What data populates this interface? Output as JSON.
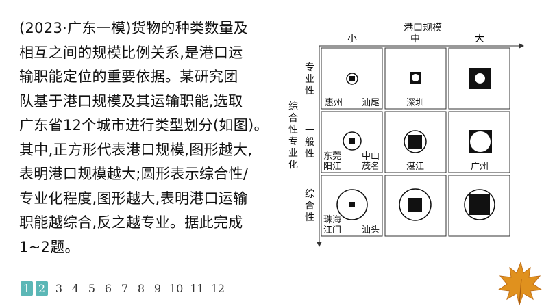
{
  "question": {
    "lines": [
      "(2023·广东一模)货物的种类数量及",
      "相互之间的规模比例关系,是港口运",
      "输职能定位的重要依据。某研究团",
      "队基于港口规模及其运输职能,选取",
      "广东省12个城市进行类型划分(如图)。",
      "其中,正方形代表港口规模,图形越大,",
      "表明港口规模越大;圆形表示综合性/",
      "专业化程度,图形越大,表明港口运输",
      "职能越综合,反之越专业。据此完成",
      "1~2题。"
    ]
  },
  "diagram": {
    "x_axis_title": "港口规模",
    "columns": [
      "小",
      "中",
      "大"
    ],
    "y_axis_title": "综合性专业化",
    "rows": [
      "专业性",
      "一般性",
      "综合性"
    ],
    "cells": [
      {
        "labels": [
          "惠州",
          "汕尾"
        ]
      },
      {
        "labels": [
          "深圳"
        ]
      },
      {
        "labels": []
      },
      {
        "labels": [
          "东莞",
          "阳江",
          "中山",
          "茂名"
        ]
      },
      {
        "labels": [
          "湛江"
        ]
      },
      {
        "labels": [
          "广州"
        ]
      },
      {
        "labels": [
          "珠海",
          "江门",
          "汕头"
        ]
      },
      {
        "labels": []
      },
      {
        "labels": []
      }
    ]
  },
  "pagination": {
    "pages": [
      "1",
      "2",
      "3",
      "4",
      "5",
      "6",
      "7",
      "8",
      "9",
      "10",
      "11",
      "12"
    ],
    "active": [
      "1",
      "2"
    ]
  },
  "colors": {
    "accent": "#5bb7b6",
    "leaf": "#e0911e"
  }
}
